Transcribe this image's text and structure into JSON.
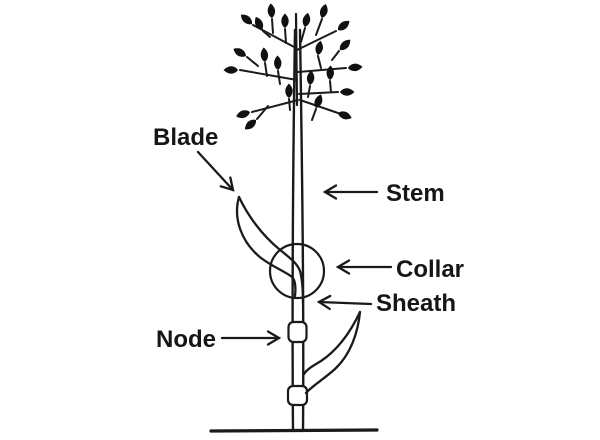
{
  "colors": {
    "ink": "#1a1a1a",
    "background": "#ffffff"
  },
  "diagram": {
    "labels": {
      "blade": "Blade",
      "stem": "Stem",
      "collar": "Collar",
      "sheath": "Sheath",
      "node": "Node"
    }
  }
}
